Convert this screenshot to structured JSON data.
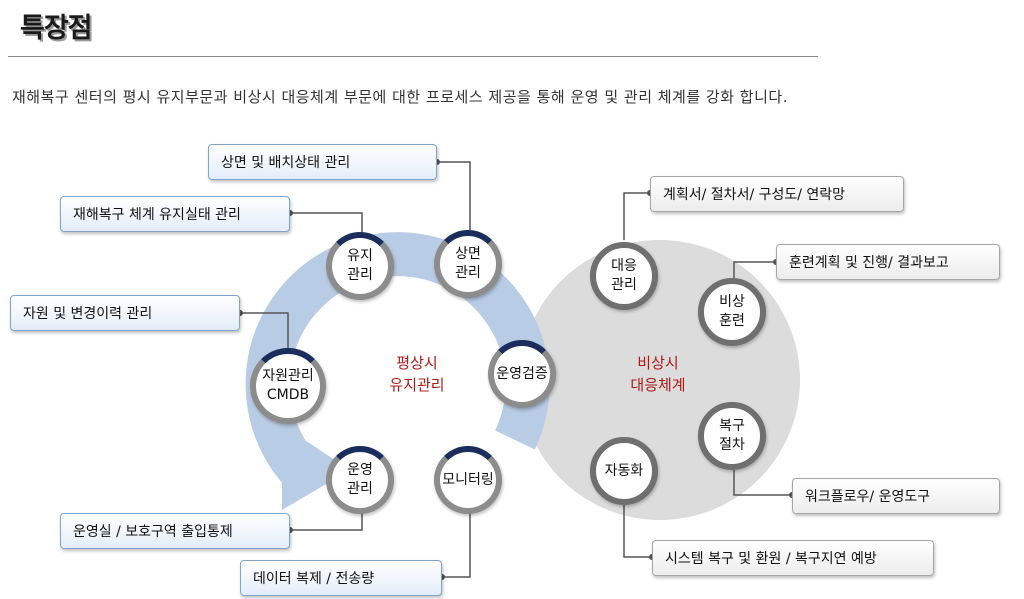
{
  "header": {
    "title": "특장점",
    "subtitle": "재해복구 센터의 평시 유지부문과 비상시 대응체계 부문에 대한 프로세스 제공을 통해 운영 및 관리 체계를 강화 합니다."
  },
  "cycle": {
    "peacetime_label": "평상시\n유지관리",
    "emergency_label": "비상시\n대응체계"
  },
  "peacetime_nodes": {
    "maintain": "유지\n관리",
    "status": "상면\n관리",
    "verify": "운영검증",
    "monitor": "모니터링",
    "operate": "운영\n관리",
    "cmdb": "자원관리\nCMDB"
  },
  "emergency_nodes": {
    "respond": "대응\n관리",
    "drill": "비상\n훈련",
    "recovery": "복구\n절차",
    "automation": "자동화"
  },
  "labels": {
    "status_mgmt": "상면 및 배치상태 관리",
    "dr_maintain": "재해복구 체계  유지실태 관리",
    "resource_history": "자원 및 변경이력 관리",
    "access_control": "운영실 / 보호구역  출입통제",
    "data_copy": "데이터 복제 / 전송량",
    "plans": "계획서/ 절차서/ 구성도/ 연락망",
    "training": "훈련계획 및 진행/ 결과보고",
    "workflow": "워크플로우/ 운영도구",
    "system_recovery": "시스템 복구 및 환원 / 복구지연 예방"
  },
  "colors": {
    "arrow_blue": "#b9cce6",
    "big_circle_gray": "#dcdcdc",
    "node_ring_dark": "#1a2d5c",
    "center_text_red": "#b01818"
  }
}
